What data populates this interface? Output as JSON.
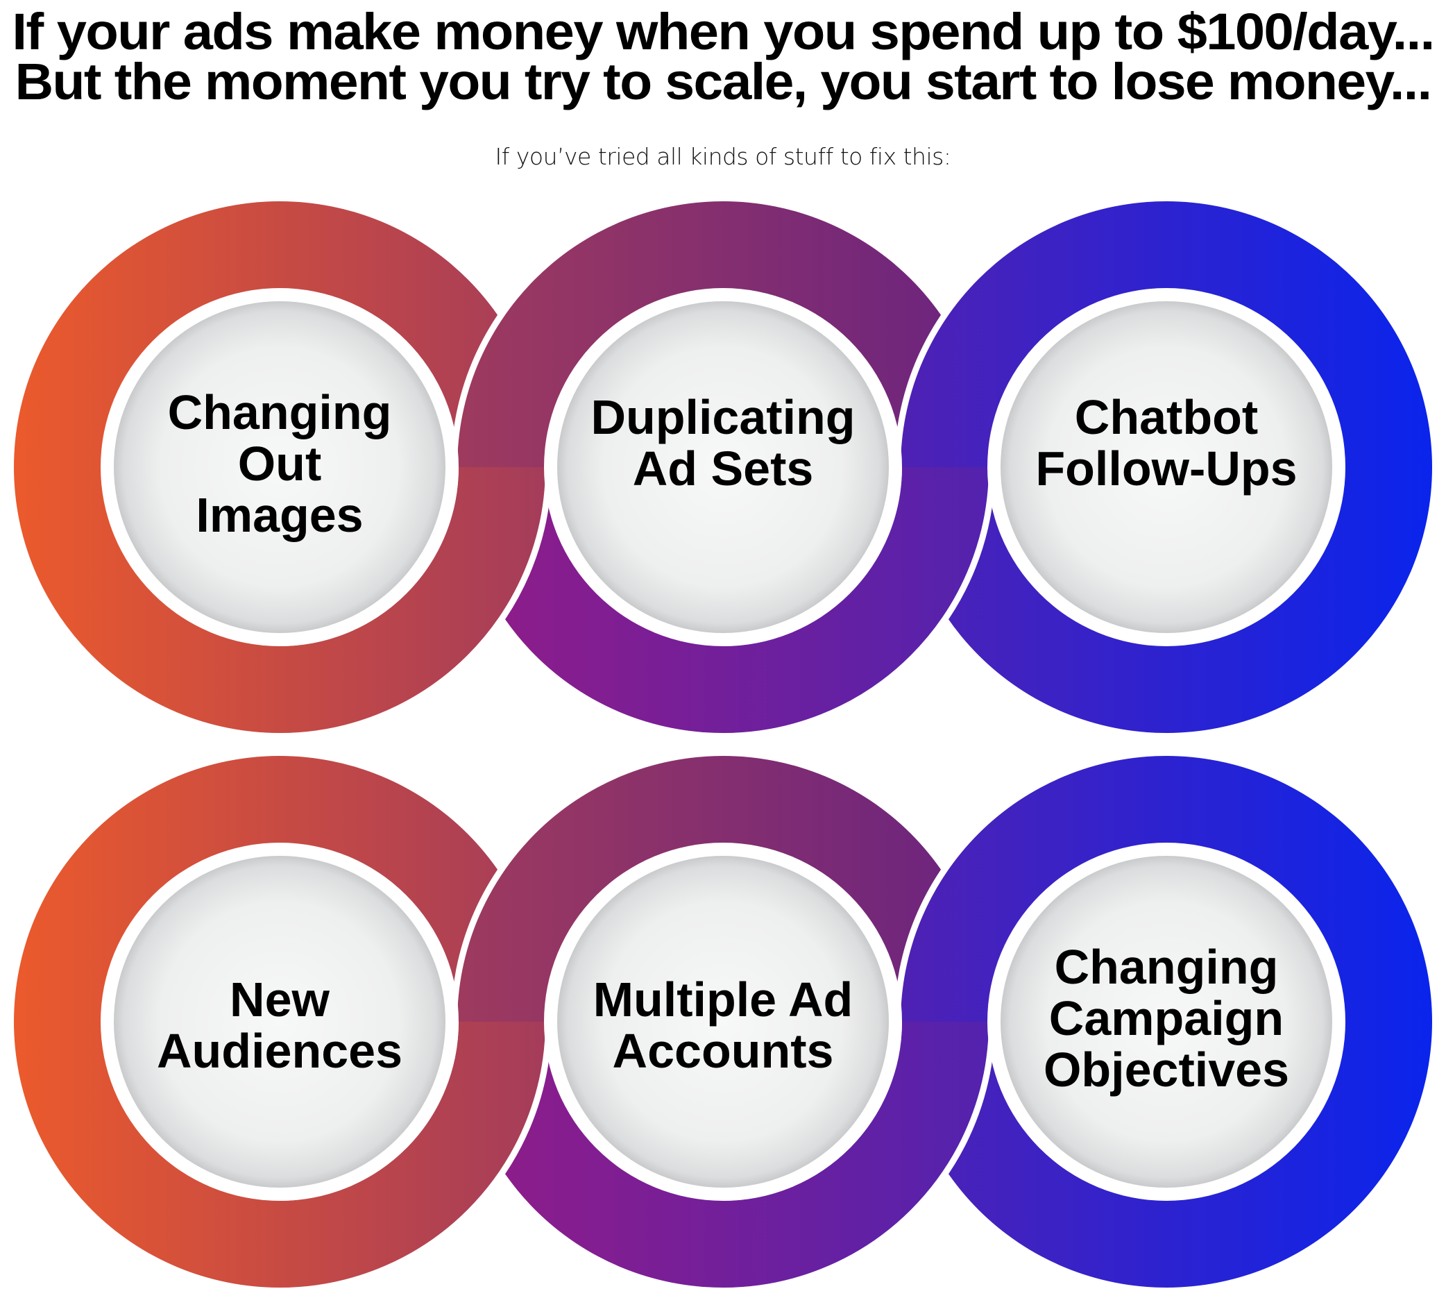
{
  "headline": {
    "line1": "If your ads make money when you spend up to $100/day...",
    "line2": "But the moment you try to scale, you start to lose money..."
  },
  "subtitle": "If you’ve tried all kinds of stuff to fix this:",
  "diagram": {
    "type": "interlocking-rings",
    "rows": [
      {
        "items": [
          {
            "label_lines": [
              "Changing",
              "Out",
              "Images"
            ],
            "color_from": "#EB5A2C",
            "color_to": "#A43C5A"
          },
          {
            "label_lines": [
              "Duplicating",
              "Ad Sets"
            ],
            "color_from": "#9E3A5E",
            "color_to": "#6A2380",
            "color_bottom_from": "#921C87",
            "color_bottom_to": "#5322AE"
          },
          {
            "label_lines": [
              "Chatbot",
              "Follow-Ups"
            ],
            "color_from": "#4F21B4",
            "color_to": "#0A24EC"
          }
        ]
      },
      {
        "items": [
          {
            "label_lines": [
              "New",
              "Audiences"
            ],
            "color_from": "#EB5A2C",
            "color_to": "#A43C5A"
          },
          {
            "label_lines": [
              "Multiple Ad",
              "Accounts"
            ],
            "color_from": "#9E3A5E",
            "color_to": "#6A2380",
            "color_bottom_from": "#921C87",
            "color_bottom_to": "#5322AE"
          },
          {
            "label_lines": [
              "Changing",
              "Campaign",
              "Objectives"
            ],
            "color_from": "#4F21B4",
            "color_to": "#0A24EC"
          }
        ]
      }
    ],
    "disc_colors": {
      "center": "#F7F8F8",
      "mid": "#EEEFEF",
      "edge": "#C9CACC"
    },
    "gap_color": "#FFFFFF"
  }
}
